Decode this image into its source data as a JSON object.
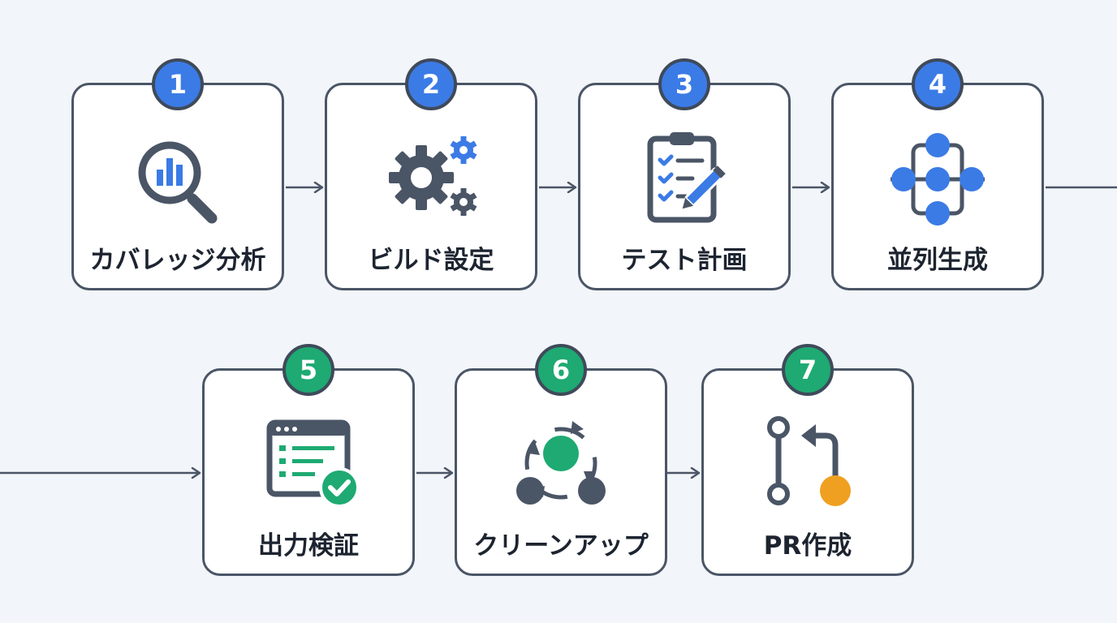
{
  "colors": {
    "background": "#f2f5f9",
    "card_border": "#4a5566",
    "step_badge_blue": "#3b7be6",
    "step_badge_green": "#1eaa72",
    "icon_dark": "#4a5566",
    "icon_blue": "#3b7be6",
    "icon_green": "#1eaa72",
    "icon_orange": "#f0a020"
  },
  "steps": [
    {
      "number": "1",
      "label": "カバレッジ分析",
      "icon": "magnifier-chart-icon",
      "badge_color": "blue"
    },
    {
      "number": "2",
      "label": "ビルド設定",
      "icon": "gears-icon",
      "badge_color": "blue"
    },
    {
      "number": "3",
      "label": "テスト計画",
      "icon": "clipboard-checklist-icon",
      "badge_color": "blue"
    },
    {
      "number": "4",
      "label": "並列生成",
      "icon": "parallel-network-icon",
      "badge_color": "blue"
    },
    {
      "number": "5",
      "label": "出力検証",
      "icon": "window-check-icon",
      "badge_color": "green"
    },
    {
      "number": "6",
      "label": "クリーンアップ",
      "icon": "cycle-cleanup-icon",
      "badge_color": "green"
    },
    {
      "number": "7",
      "label": "PR作成",
      "icon": "pull-request-icon",
      "badge_color": "green"
    }
  ]
}
